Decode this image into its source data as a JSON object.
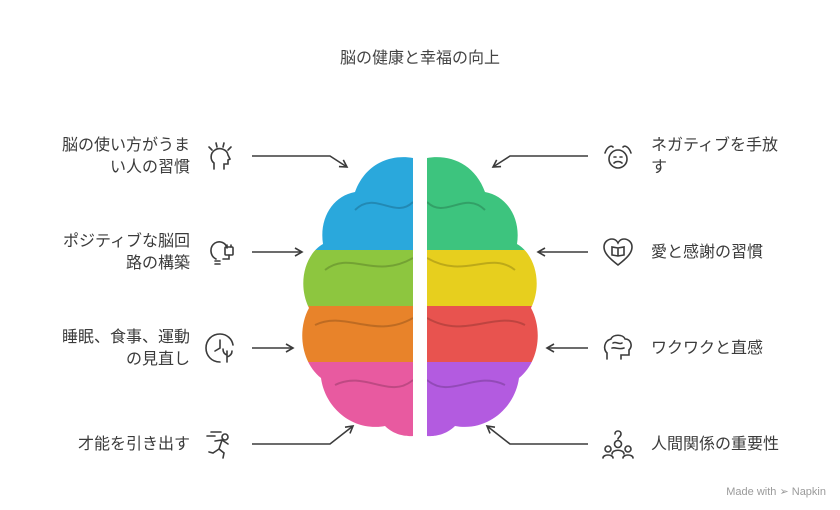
{
  "title": "脳の健康と幸福の向上",
  "left_items": [
    {
      "line1": "脳の使い方がうま",
      "line2": "い人の習慣",
      "icon": "brain-sparks-icon"
    },
    {
      "line1": "ポジティブな脳回",
      "line2": "路の構築",
      "icon": "lightbulb-plug-icon"
    },
    {
      "line1": "睡眠、食事、運動",
      "line2": "の見直し",
      "icon": "clock-plant-icon"
    },
    {
      "line1": "才能を引き出す",
      "line2": "",
      "icon": "running-person-icon"
    }
  ],
  "right_items": [
    {
      "line1": "ネガティブを手放",
      "line2": "す",
      "icon": "face-hands-icon"
    },
    {
      "line1": "愛と感謝の習慣",
      "line2": "",
      "icon": "heart-book-icon"
    },
    {
      "line1": "ワクワクと直感",
      "line2": "",
      "icon": "brain-head-icon"
    },
    {
      "line1": "人間関係の重要性",
      "line2": "",
      "icon": "people-group-icon"
    }
  ],
  "colors": {
    "left": [
      "#2aa8dc",
      "#8dc63f",
      "#e8832a",
      "#e85aa0"
    ],
    "right": [
      "#3dc47e",
      "#e7cf1e",
      "#e8534f",
      "#b35be0"
    ]
  },
  "footer": {
    "made_with": "Made with",
    "brand": "Napkin"
  }
}
